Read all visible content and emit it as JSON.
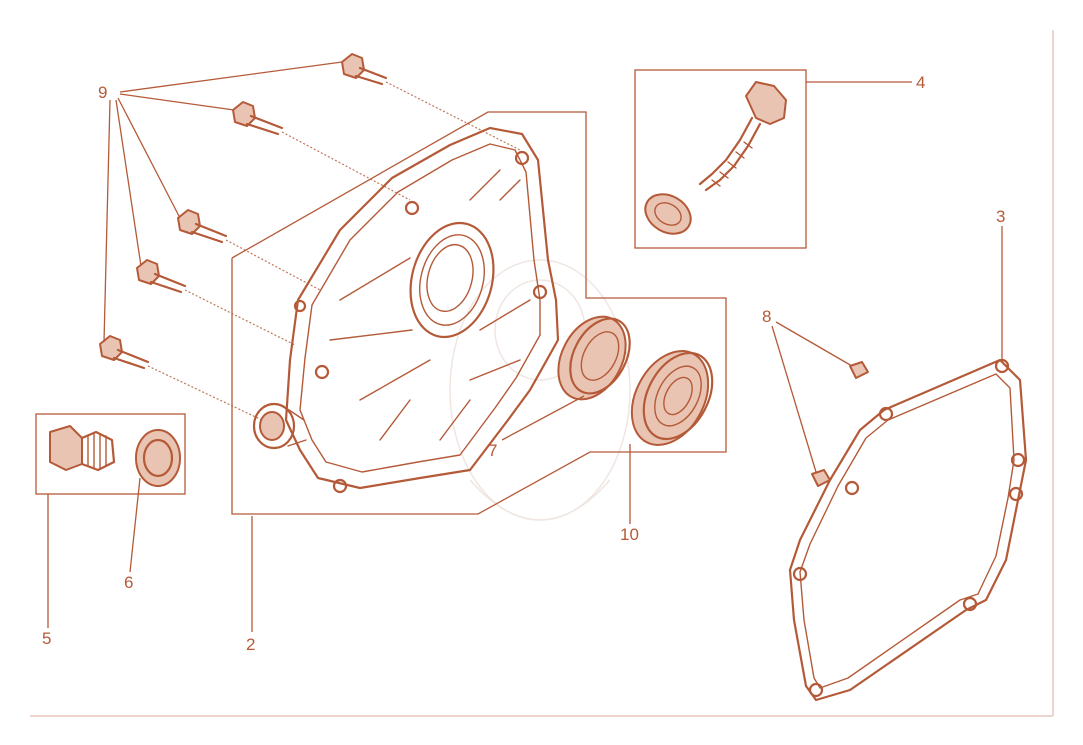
{
  "diagram": {
    "callouts": {
      "c2": "2",
      "c3": "3",
      "c4": "4",
      "c5": "5",
      "c6": "6",
      "c7": "7",
      "c8": "8",
      "c9": "9",
      "c10": "10"
    },
    "colors": {
      "line": "#b55a38",
      "fill": "#e9c4b2",
      "baseline": "#e8c9bd",
      "background": "#ffffff"
    }
  }
}
